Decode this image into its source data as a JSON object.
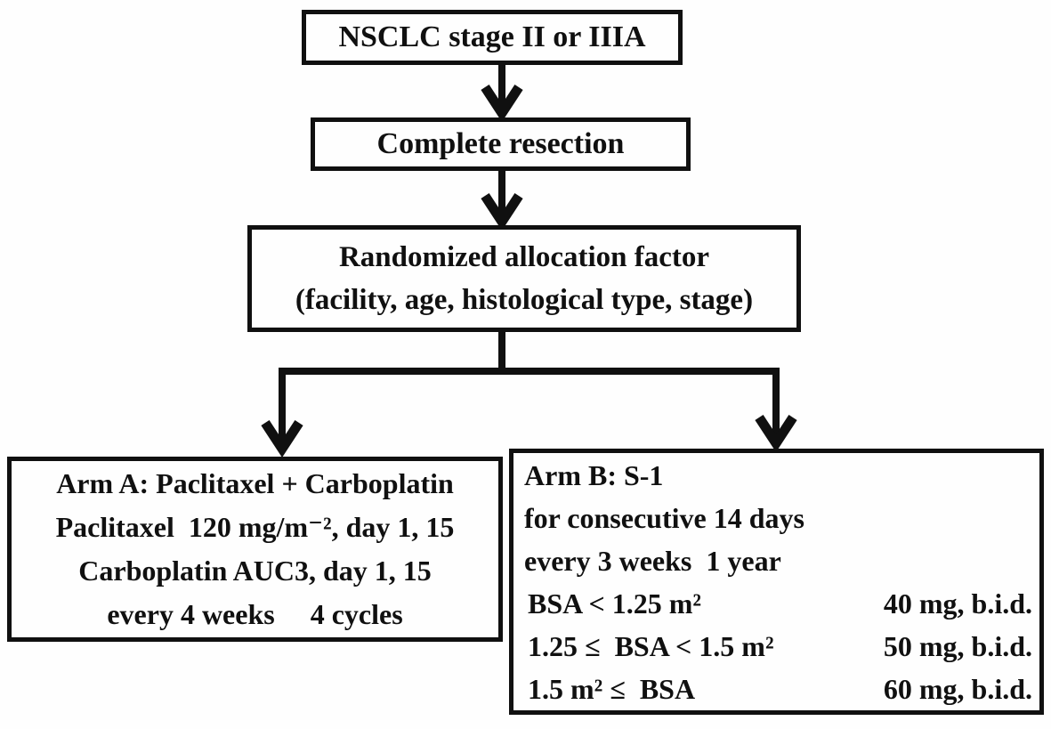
{
  "diagram": {
    "description": "Randomized trial schema flowchart",
    "colors": {
      "ink": "#101010",
      "paper": "#fefefe"
    }
  },
  "nodes": {
    "stage": {
      "label": "NSCLC stage II or IIIA"
    },
    "resection": {
      "label": "Complete resection"
    },
    "randomization": {
      "line1": "Randomized allocation factor",
      "line2": "(facility, age, histological type, stage)"
    },
    "arm_a": {
      "title": "Arm A: Paclitaxel + Carboplatin",
      "line2": "Paclitaxel  120 mg/m⁻², day 1, 15",
      "line3": "Carboplatin AUC3, day 1, 15",
      "line4": "every 4 weeks     4 cycles"
    },
    "arm_b": {
      "title": "Arm B: S-1",
      "line2": "for consecutive 14 days",
      "line3": "every 3 weeks  1 year",
      "dosing": [
        {
          "condition": "BSA < 1.25 m²",
          "dose": "40 mg, b.i.d."
        },
        {
          "condition": "1.25 ≤  BSA < 1.5 m²",
          "dose": "50 mg, b.i.d."
        },
        {
          "condition": "1.5 m² ≤  BSA",
          "dose": "60 mg, b.i.d."
        }
      ]
    }
  }
}
